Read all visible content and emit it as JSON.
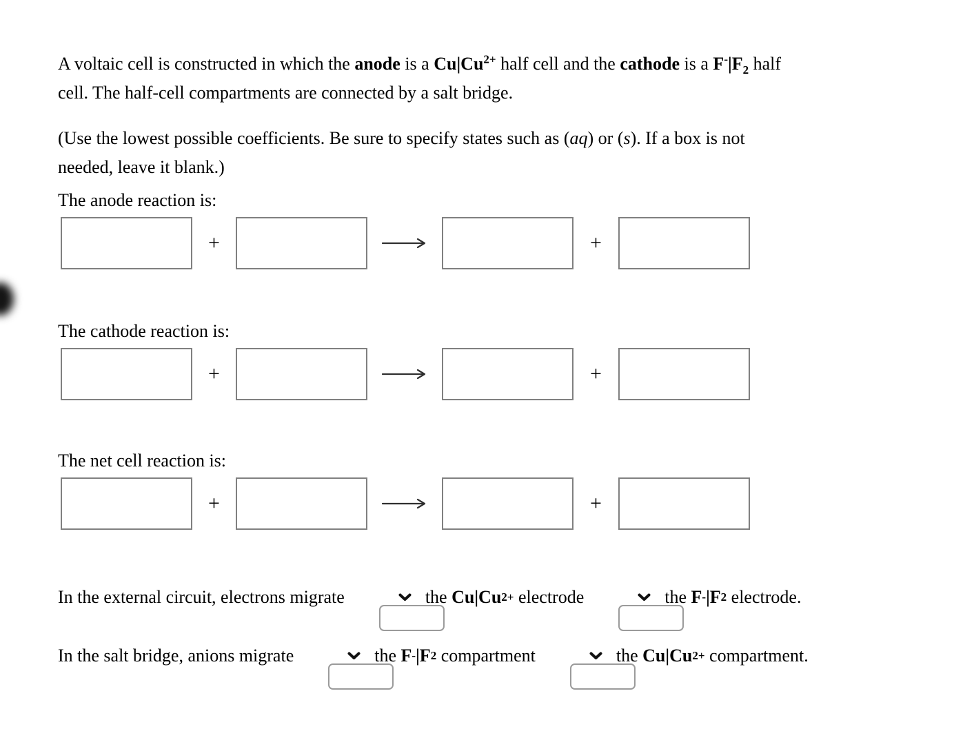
{
  "colors": {
    "background": "#ffffff",
    "text": "#000000",
    "box_border": "#808080",
    "select_border": "#9b9b9b",
    "arrow": "#2f2f2f"
  },
  "intro": {
    "a": "A voltaic cell is constructed in which the ",
    "anode_word": "anode",
    "b": " is a ",
    "cu": "Cu|Cu",
    "cu_sup": "2+",
    "c": " half cell and the ",
    "cathode_word": "cathode",
    "d": " is a ",
    "f": "F",
    "f_sup": "-",
    "f2": "|F",
    "f2_sub": "2",
    "e1": " half",
    "e2": "cell. The half-cell compartments are connected by a salt bridge."
  },
  "instructions": {
    "a": "(Use the lowest possible coefficients. Be sure to specify states such as (",
    "aq": "aq",
    "b": ") or (",
    "s": "s",
    "c1": "). If a box is not",
    "c2": "needed, leave it blank.)"
  },
  "symbols": {
    "plus": "+"
  },
  "reactions": [
    {
      "label": "The anode reaction is:",
      "terms": [
        "",
        "",
        "",
        ""
      ]
    },
    {
      "label": "The cathode reaction is:",
      "terms": [
        "",
        "",
        "",
        ""
      ]
    },
    {
      "label": "The net cell reaction is:",
      "terms": [
        "",
        "",
        "",
        ""
      ]
    }
  ],
  "external_line": {
    "t1": "In the external circuit, electrons migrate",
    "select1_value": "",
    "t2": "the ",
    "cu": "Cu|Cu",
    "cu_sup": "2+",
    "t3": " electrode",
    "select2_value": "",
    "t4": "the ",
    "f": "F",
    "f_sup": "-",
    "f2": "|F",
    "f2_sub": "2",
    "t5": " electrode."
  },
  "salt_line": {
    "t1": "In the salt bridge, anions migrate",
    "select1_value": "",
    "t2": "the ",
    "f": "F",
    "f_sup": "-",
    "f2": "|F",
    "f2_sub": "2",
    "t3": " compartment",
    "select2_value": "",
    "t4": "the ",
    "cu": "Cu|Cu",
    "cu_sup": "2+",
    "t5": " compartment."
  }
}
